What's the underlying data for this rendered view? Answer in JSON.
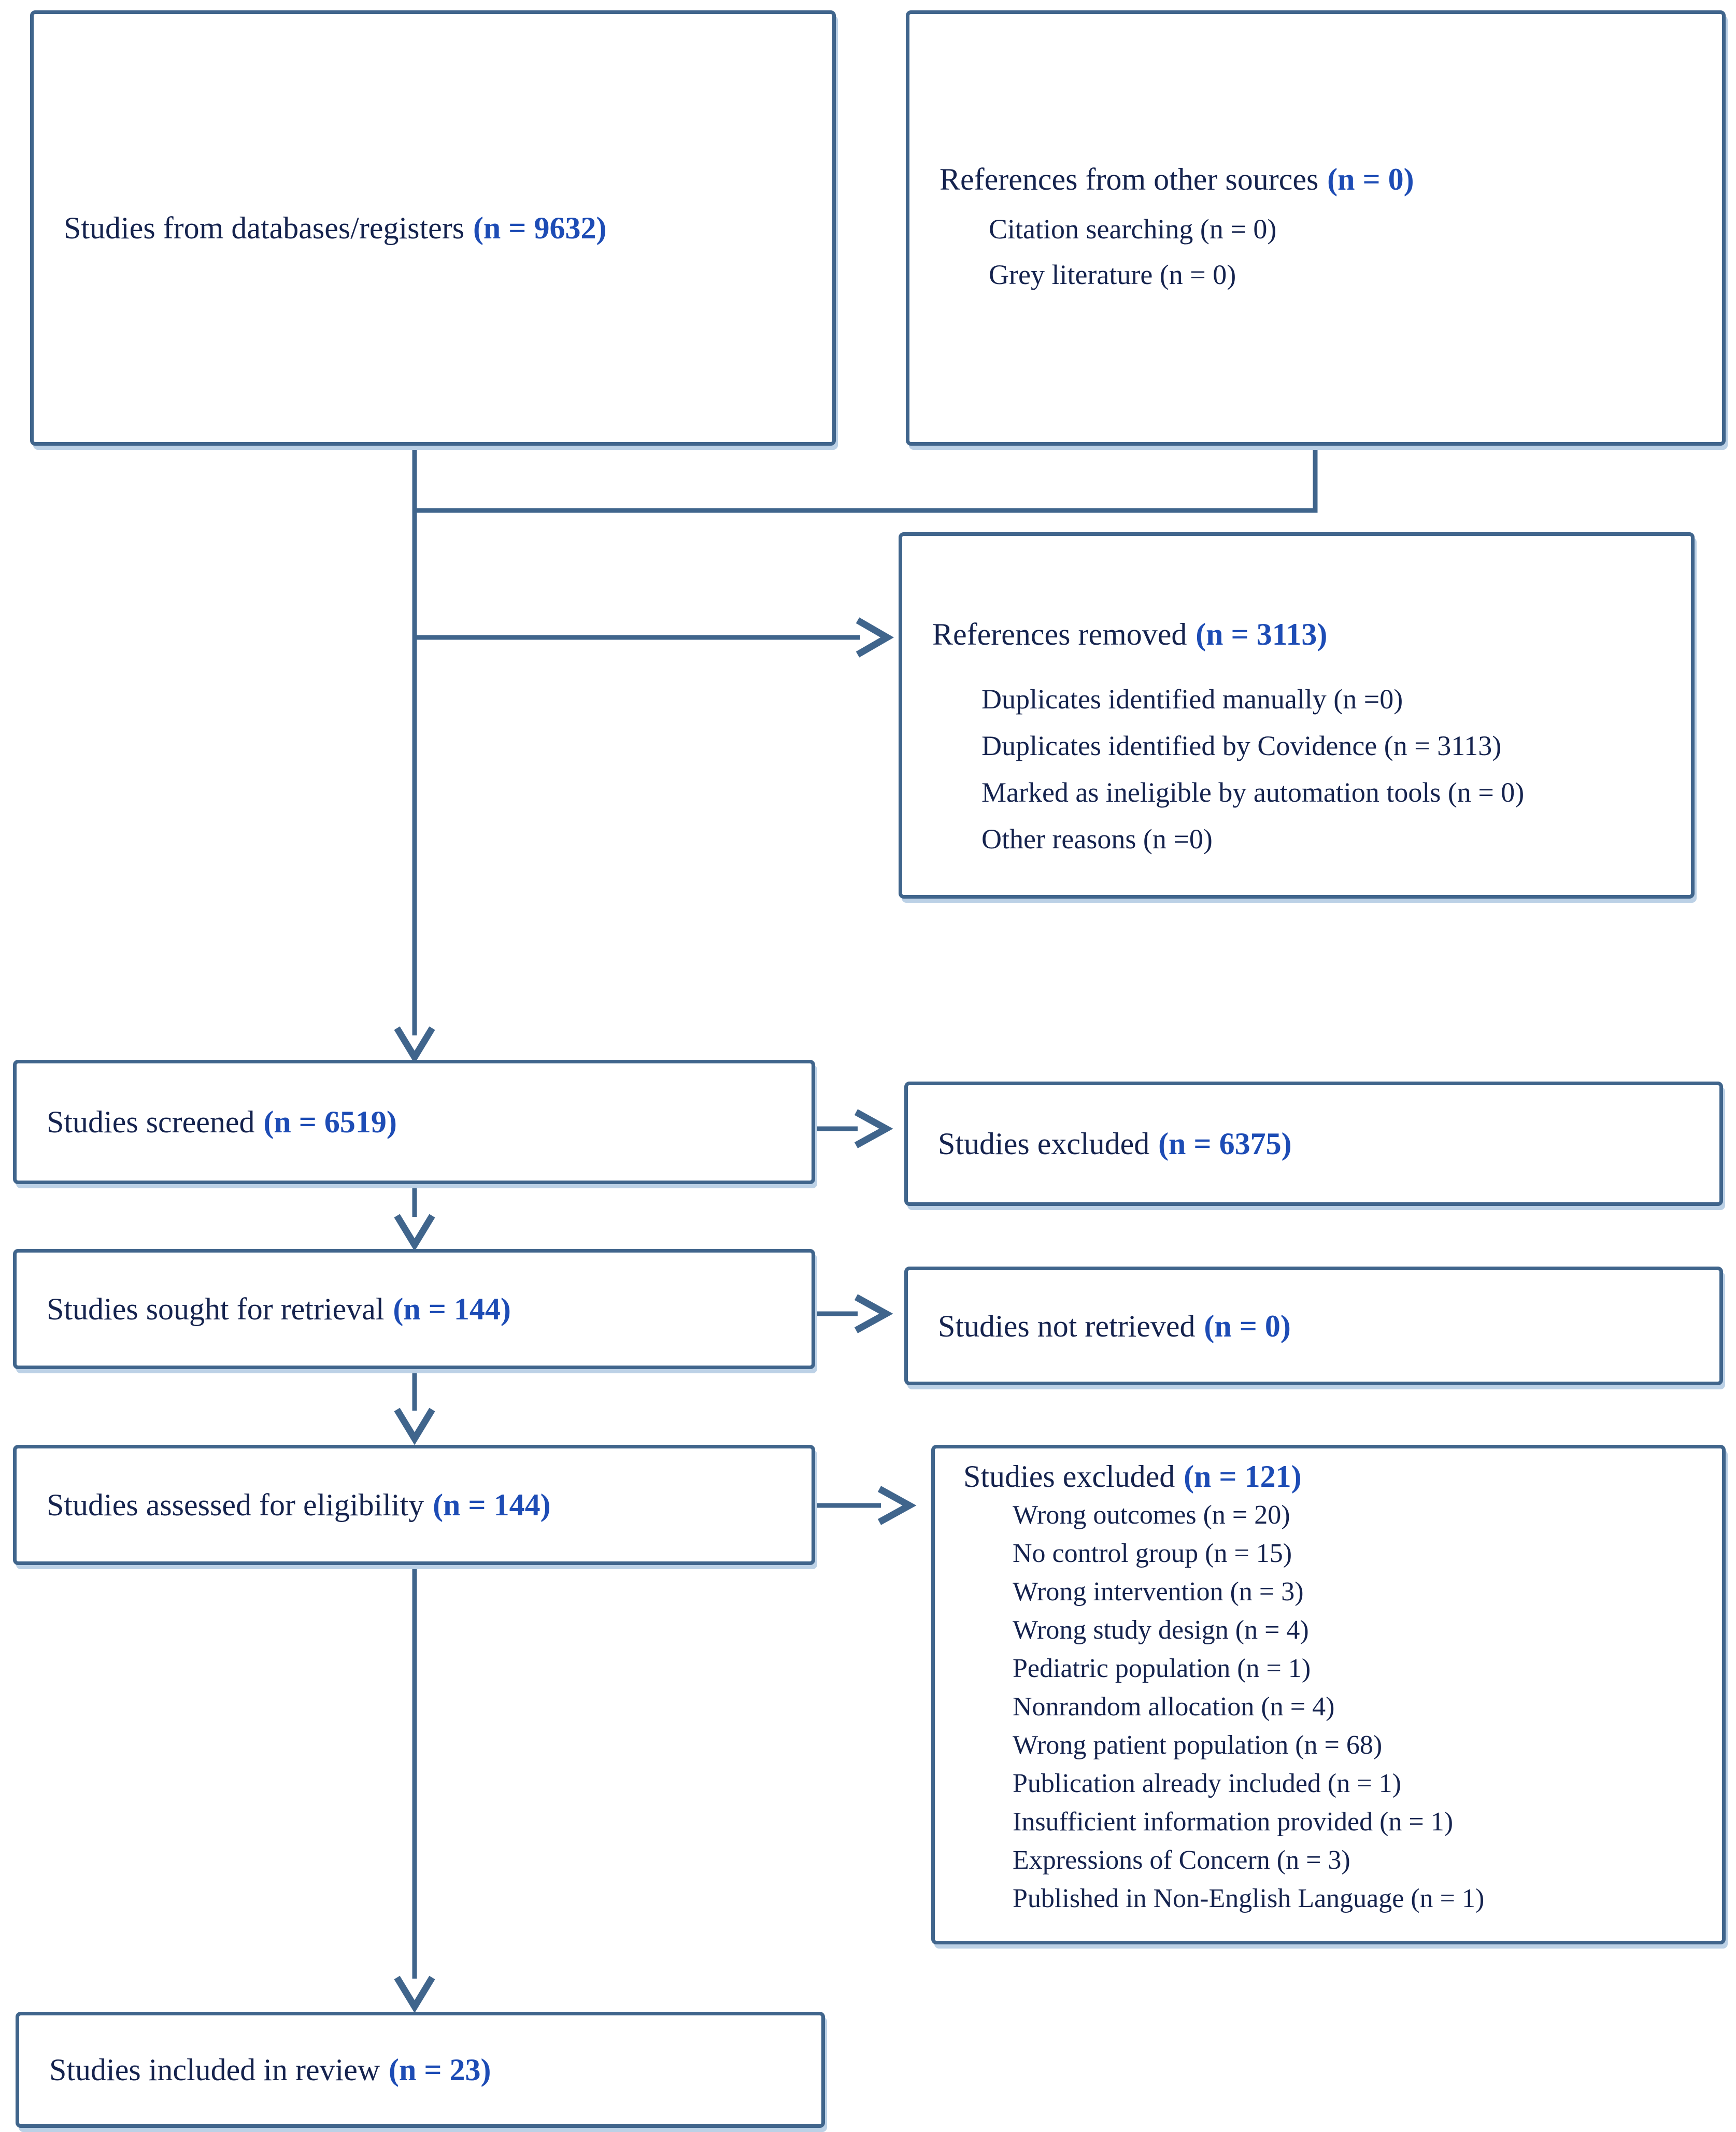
{
  "colors": {
    "line": "#40658c",
    "navy": "#15234e",
    "blue": "#1d4cb5",
    "shadow": "#bcd1e6",
    "background": "#ffffff"
  },
  "boxes": {
    "databases": {
      "label": "Studies from databases/registers",
      "n": "(n = 9632)"
    },
    "other_sources": {
      "label": "References from other sources",
      "n": "(n = 0)",
      "items": [
        "Citation searching (n = 0)",
        "Grey literature (n = 0)"
      ]
    },
    "references_removed": {
      "label": "References removed",
      "n": "(n = 3113)",
      "items": [
        "Duplicates identified manually (n =0)",
        "Duplicates identified by Covidence (n = 3113)",
        "Marked as ineligible by automation tools (n = 0)",
        "Other reasons (n =0)"
      ]
    },
    "screened": {
      "label": "Studies screened",
      "n": "(n = 6519)"
    },
    "excluded_screening": {
      "label": "Studies excluded",
      "n": "(n = 6375)"
    },
    "sought": {
      "label": "Studies sought for retrieval",
      "n": "(n = 144)"
    },
    "not_retrieved": {
      "label": "Studies not retrieved",
      "n": "(n = 0)"
    },
    "assessed": {
      "label": "Studies assessed for eligibility",
      "n": "(n = 144)"
    },
    "excluded_eligibility": {
      "label": "Studies excluded",
      "n": "(n = 121)",
      "items": [
        "Wrong outcomes (n = 20)",
        "No control group (n = 15)",
        "Wrong intervention (n = 3)",
        "Wrong study design (n = 4)",
        "Pediatric population (n = 1)",
        "Nonrandom allocation (n = 4)",
        "Wrong patient population (n = 68)",
        "Publication already included (n = 1)",
        "Insufficient information provided (n = 1)",
        "Expressions of Concern (n = 3)",
        "Published in Non-English Language (n = 1)"
      ]
    },
    "included": {
      "label": "Studies included in review",
      "n": "(n = 23)"
    }
  }
}
